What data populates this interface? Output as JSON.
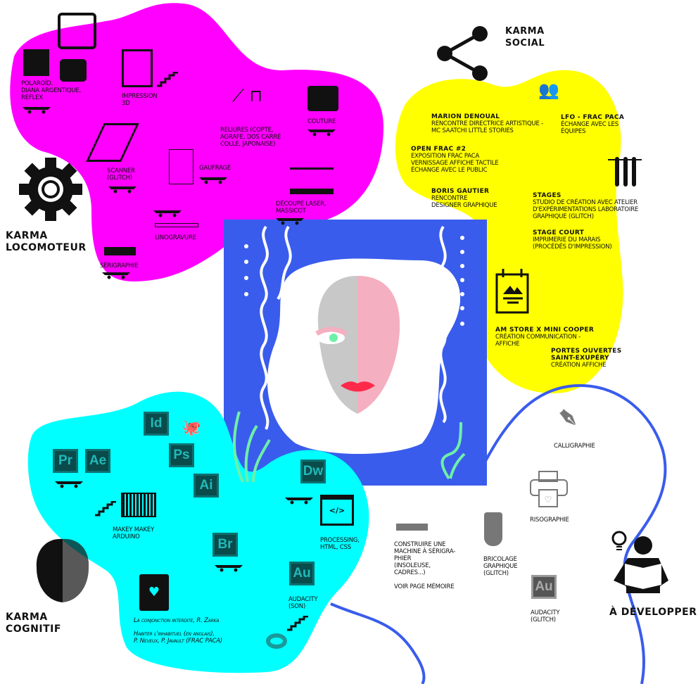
{
  "colors": {
    "magenta": "#ff00ff",
    "yellow": "#ffff00",
    "cyan": "#00ffff",
    "blue": "#3a5cec",
    "mint": "#6ef0a8",
    "pink": "#f4afc0"
  },
  "locomoteur": {
    "title": "KARMA\nLOCOMOTEUR",
    "icon": "gear-icon",
    "items": [
      {
        "label": "POLAROÏD,\nDIANA ARGENTIQUE,\nREFLEX"
      },
      {
        "label": "IMPRESSION\n3D"
      },
      {
        "label": "RELIURES (COPTE,\nAGRAFE, DOS CARRÉ\nCOLLÉ, JAPONAISE)"
      },
      {
        "label": "COUTURE"
      },
      {
        "label": "SCANNER\n(GLITCH)"
      },
      {
        "label": "GAUFRAGE"
      },
      {
        "label": "DÉCOUPE LASER,\nMASSICOT"
      },
      {
        "label": "LINOGRAVURE"
      },
      {
        "label": "SÉRIGRAPHIE"
      }
    ]
  },
  "social": {
    "title": "KARMA\nSOCIAL",
    "icon": "share-icon",
    "items": [
      {
        "name": "MARION DENOUAL",
        "desc": "RENCONTRE DIRECTRICE ARTISTIQUE -\nMC SAATCHI LITTLE STORIES"
      },
      {
        "name": "LFO - FRAC PACA",
        "desc": "ÉCHANGE AVEC LES\nÉQUIPES"
      },
      {
        "name": "OPEN FRAC #2",
        "desc": "EXPOSITION FRAC PACA\nVERNISSAGE AFFICHE TACTILE\nÉCHANGE AVEC LE PUBLIC"
      },
      {
        "name": "BORIS GAUTIER",
        "desc": "RENCONTRE\nDESIGNER GRAPHIQUE"
      },
      {
        "name": "STAGES",
        "desc": "STUDIO DE CRÉATION AVEC ATELIER\nD'EXPÉRIMENTATIONS LABORATOIRE\nGRAPHIQUE (GLITCH)"
      },
      {
        "name": "STAGE COURT",
        "desc": "IMPRIMERIE DU MARAIS\n(PROCÉDÉS D'IMPRESSION)"
      },
      {
        "name": "AM STORE X MINI COOPER",
        "desc": "CRÉATION COMMUNICATION -\nAFFICHE"
      },
      {
        "name": "PORTES OUVERTES\nSAINT-EXUPÉRY",
        "desc": "CRÉATION AFFICHE"
      }
    ]
  },
  "cognitif": {
    "title": "KARMA\nCOGNITIF",
    "icon": "brain-icon",
    "apps": [
      "Id",
      "Pr",
      "Ae",
      "Ps",
      "Ai",
      "Dw",
      "Br",
      "Au"
    ],
    "items": [
      {
        "label": "MAKEY MAKEY\nARDUINO"
      },
      {
        "label": "PROCESSING,\nHTML, CSS"
      },
      {
        "label": "AUDACITY\n(SON)"
      }
    ],
    "books": [
      "La conjonction interdite, R. Zarka",
      "Habiter l'inhabituel (en anglais),\nP. Neveux, P. Javault (FRAC PACA)"
    ]
  },
  "developper": {
    "title": "À DÉVELOPPER",
    "items": [
      {
        "label": "CALLIGRAPHIE"
      },
      {
        "label": "RISOGRAPHIE"
      },
      {
        "label": "CONSTRUIRE UNE\nMACHINE À SÉRIGRA-\nPHIER\n(INSOLEUSE,\nCADRES...)"
      },
      {
        "label": "VOIR PAGE MÉMOIRE"
      },
      {
        "label": "BRICOLAGE\nGRAPHIQUE\n(GLITCH)"
      },
      {
        "label": "AUDACITY\n(GLITCH)"
      }
    ],
    "app": "Au"
  }
}
